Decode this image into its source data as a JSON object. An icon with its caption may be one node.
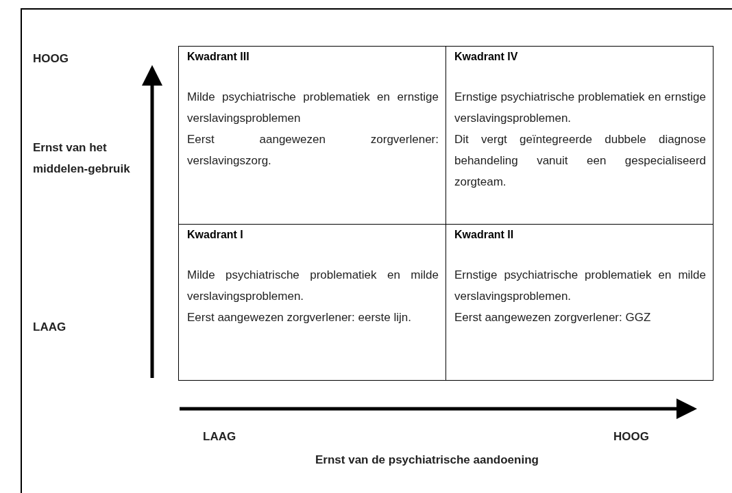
{
  "diagram": {
    "nodes": [
      {
        "text": [
          "Kwadrant III",
          "Milde psychiatrische problematiek en ernstige verslavingsproblemen",
          "Eerst aangewezen zorgverlener: verslavingszorg."
        ]
      },
      {
        "text": [
          "Kwadrant IV",
          "Ernstige psychiatrische problematiek en ernstige verslavingsproblemen.",
          "Dit vergt geïntegreerde dubbele diagnose behandeling vanuit een gespecialiseerd zorgteam."
        ]
      },
      {
        "text": [
          "Kwadrant I",
          "Milde psychiatrische problematiek en milde verslavingsproblemen.",
          "Eerst aangewezen zorgverlener: eerste lijn."
        ]
      },
      {
        "text": [
          "Kwadrant II",
          "Ernstige psychiatrische problematiek en milde verslavingsproblemen.",
          "Eerst aangewezen zorgverlener: GGZ"
        ]
      }
    ],
    "edges": [],
    "labels": [
      "HOOG",
      "Ernst van het middelen-gebruik",
      "LAAG",
      "LAAG",
      "HOOG",
      "Ernst van de psychiatrische aandoening"
    ]
  }
}
